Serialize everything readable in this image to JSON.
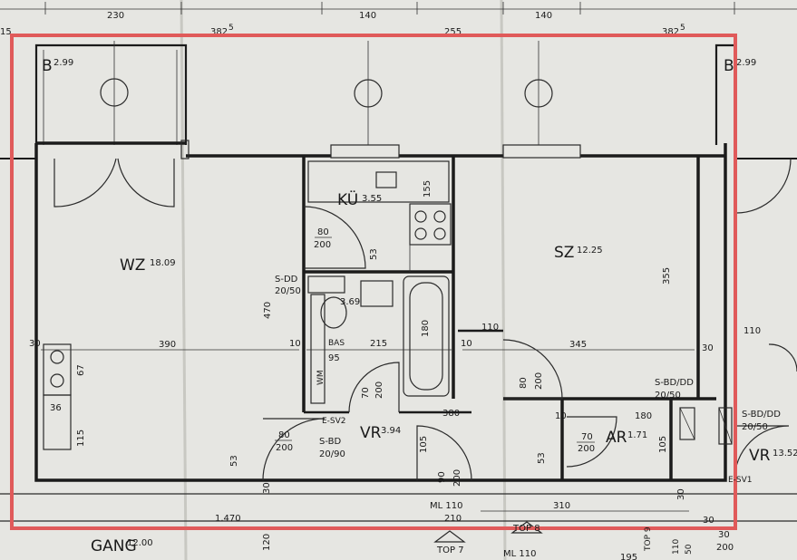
{
  "top_dims": {
    "d1": "15",
    "d2": "230",
    "d3": "382",
    "d3_sup": "5",
    "d4": "140",
    "d5": "255",
    "d6": "140",
    "d7": "382",
    "d7_sup": "5"
  },
  "rooms": {
    "wz": {
      "name": "WZ",
      "area": "18.09"
    },
    "ku": {
      "name": "KÜ",
      "area": "3.55"
    },
    "sz": {
      "name": "SZ",
      "area": "12.25"
    },
    "bad": {
      "name": "BAS",
      "area": "3.69"
    },
    "vr": {
      "name": "VR",
      "area": "3.94"
    },
    "ar": {
      "name": "AR",
      "area": "1.71"
    },
    "b_left": {
      "name": "B",
      "area": "2.99"
    },
    "b_right": {
      "name": "B",
      "area": "2.99"
    },
    "vr_right": {
      "name": "VR",
      "area": "13.52"
    },
    "gang": {
      "name": "GANG",
      "area": "12.00"
    }
  },
  "doors": {
    "ku": {
      "w": "80",
      "h": "200"
    },
    "wc": {
      "w": "70",
      "h": "200"
    },
    "entry": {
      "w": "80",
      "h": "200",
      "type": "S-BD",
      "size": "20/90"
    },
    "vr_inner": {
      "w": "90",
      "h": "200"
    },
    "sz": {
      "w": "80",
      "h": "200"
    },
    "ar": {
      "w": "70",
      "h": "200"
    }
  },
  "labels": {
    "sdd_left": "S-DD",
    "sdd_left_size": "20/50",
    "sbd_sz": "S-BD/DD",
    "sbd_sz_size": "20/50",
    "sbd_right": "S-BD/DD",
    "sbd_right_size": "20/50",
    "esv2": "E-SV2",
    "esv1": "E-SV1",
    "wm": "WM",
    "top7": "TOP 7",
    "top8": "TOP 8",
    "top_r": "TOP 9",
    "ml1": "ML 110",
    "ml2": "ML 110"
  },
  "dims": {
    "d470": "470",
    "d390": "390",
    "d30a": "30",
    "d67": "67",
    "d36": "36",
    "d115": "115",
    "d155": "155",
    "d53a": "53",
    "d10a": "10",
    "d95": "95",
    "d215": "215",
    "d180": "180",
    "d110a": "110",
    "d10b": "10",
    "d345": "345",
    "d30b": "30",
    "d355": "355",
    "d380": "380",
    "d10c": "10",
    "d180b": "180",
    "d53b": "53",
    "d105a": "105",
    "d30c": "30",
    "d1470": "1.470",
    "d310": "310",
    "d210": "210",
    "d53c": "53",
    "d105b": "105",
    "d120": "120",
    "d110b": "110",
    "d30d": "30",
    "d195": "195",
    "d30e": "30",
    "d200": "200",
    "d110c": "110",
    "d50": "50",
    "d30f": "30"
  }
}
